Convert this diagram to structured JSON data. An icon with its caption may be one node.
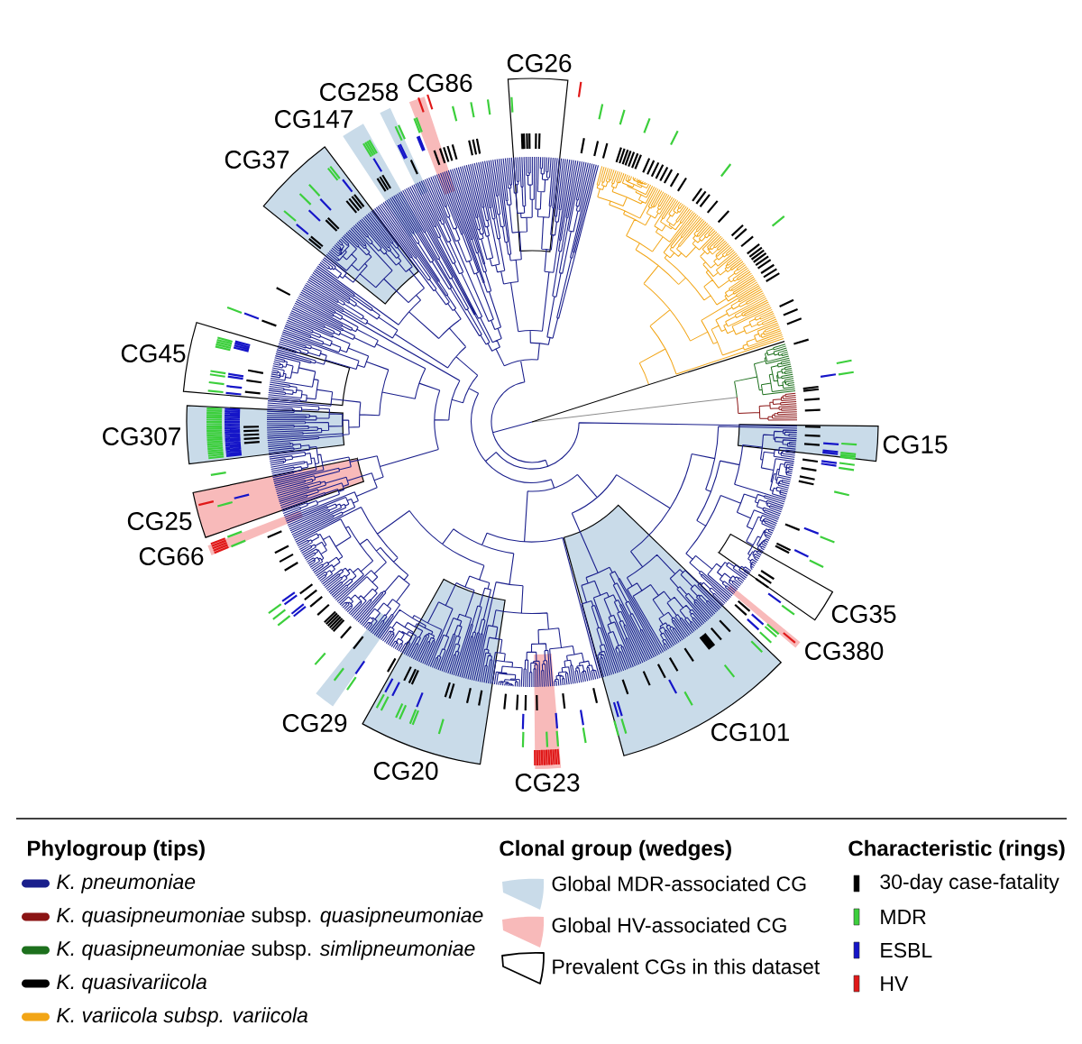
{
  "diagram": {
    "labels": [
      "CG26",
      "CG86",
      "CG258",
      "CG147",
      "CG37",
      "CG45",
      "CG307",
      "CG15",
      "CG25",
      "CG66",
      "CG35",
      "CG380",
      "CG29",
      "CG101",
      "CG20",
      "CG23",
      "Phylogroup (tips)",
      "Clonal group (wedges)",
      "Characteristic (rings)"
    ],
    "legend": [
      {
        "text": "K. pneumoniae",
        "color": "#1a1f8c"
      },
      {
        "text": "*K. quasipneumoniae* subsp. *quasipneumoniae*",
        "color": "#8b1414"
      },
      {
        "text": "*K. quasipneumoniae* subsp. *simlipneumoniae*",
        "color": "#1d701d"
      },
      {
        "text": "K. quasivariicola",
        "color": "#000000"
      },
      {
        "text": "K. variicola subsp. variicola",
        "color": "#f2a516"
      },
      {
        "text": "Global MDR-associated CG",
        "color": "#c9dbe9"
      },
      {
        "text": "Global HV-associated CG",
        "color": "#f8baba"
      },
      {
        "text": "Prevalent CGs in this dataset"
      },
      {
        "text": "30-day case-fatality",
        "color": "#000000"
      },
      {
        "text": "MDR",
        "color": "#3ccf3c"
      },
      {
        "text": "ESBL",
        "color": "#1515c8"
      },
      {
        "text": "HV",
        "color": "#e01818"
      }
    ]
  }
}
